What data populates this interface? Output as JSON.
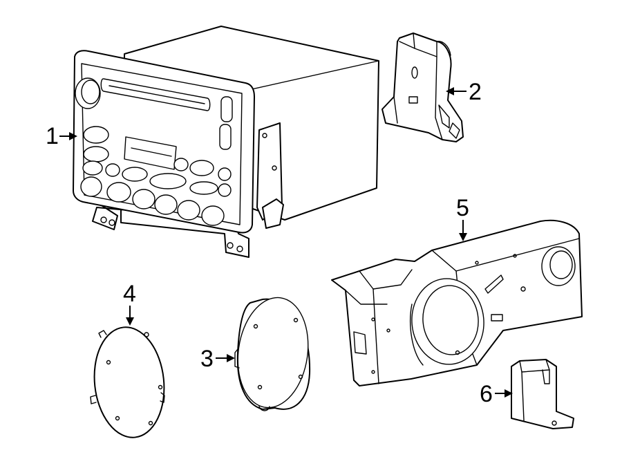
{
  "diagram": {
    "callouts": [
      {
        "label": "1",
        "part": "radio-receiver"
      },
      {
        "label": "2",
        "part": "mounting-bracket"
      },
      {
        "label": "3",
        "part": "speaker"
      },
      {
        "label": "4",
        "part": "speaker-cover"
      },
      {
        "label": "5",
        "part": "speaker-enclosure"
      },
      {
        "label": "6",
        "part": "enclosure-bracket"
      }
    ]
  }
}
